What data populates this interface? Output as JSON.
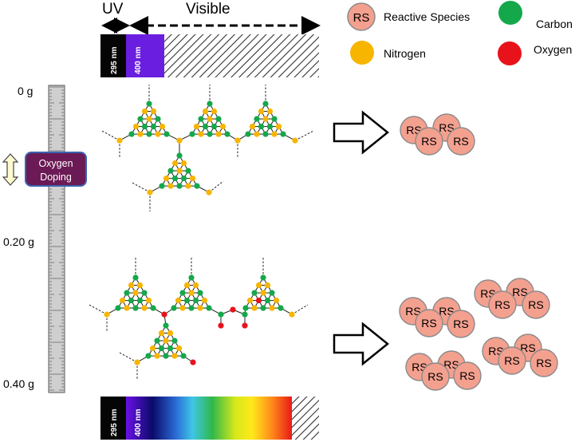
{
  "spectrum": {
    "uv_label": "UV",
    "visible_label": "Visible",
    "band_295": "295 nm",
    "band_400": "400 nm"
  },
  "legend": {
    "rs_token": "RS",
    "reactive_species": "Reactive Species",
    "carbon": "Carbon",
    "nitrogen": "Nitrogen",
    "oxygen": "Oxygen"
  },
  "scale": {
    "mark_0": "0 g",
    "mark_020": "0.20 g",
    "mark_040": "0.40 g"
  },
  "doping": {
    "line1": "Oxygen",
    "line2": "Doping"
  },
  "rs_label": "RS",
  "colors": {
    "carbon": "#14a84a",
    "nitrogen": "#f7b500",
    "oxygen": "#e8121a",
    "rs_fill": "#f4a08f",
    "rs_stroke": "#8a8a8a",
    "doping_fill": "#6b1a55",
    "uv_violet": "#6a1ee0",
    "ruler": "#c8c8c8"
  }
}
